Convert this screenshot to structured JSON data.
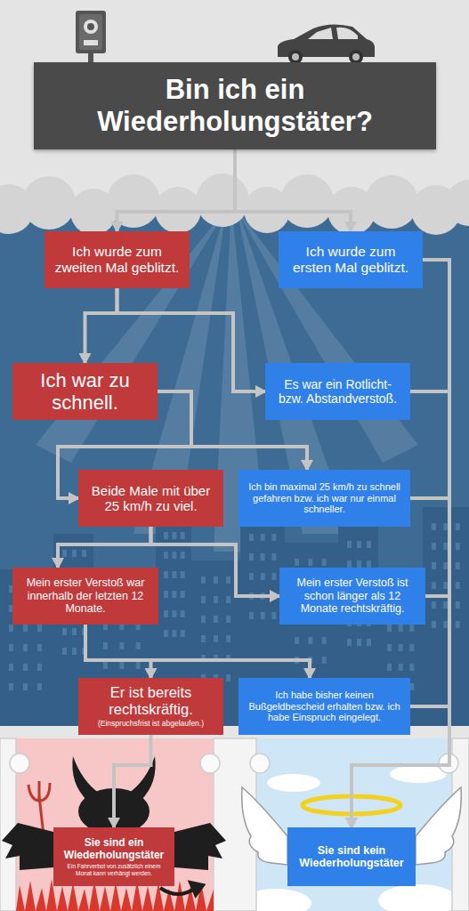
{
  "diagram": {
    "nodes": [
      {
        "text": [
          "Bin ich ein Wiederholungstäter?"
        ]
      },
      {
        "text": [
          "Ich wurde zum zweiten Mal geblitzt."
        ]
      },
      {
        "text": [
          "Ich wurde zum ersten Mal geblitzt."
        ]
      },
      {
        "text": [
          "Ich war zu schnell."
        ]
      },
      {
        "text": [
          "Es war ein Rotlicht- bzw. Abstandverstoß."
        ]
      },
      {
        "text": [
          "Beide Male mit über 25 km/h zu viel."
        ]
      },
      {
        "text": [
          "Ich bin maximal 25 km/h zu schnell gefahren bzw. ich war nur einmal schneller."
        ]
      },
      {
        "text": [
          "Mein erster Verstoß war innerhalb der letzten 12 Monate."
        ]
      },
      {
        "text": [
          "Mein erster Verstoß ist schon länger als 12 Monate rechtskräftig."
        ]
      },
      {
        "text": [
          "Er ist bereits rechtskräftig.",
          "(Einspruchsfrist ist abgelaufen.)"
        ]
      },
      {
        "text": [
          "Ich habe bisher keinen Bußgeldbescheid erhalten bzw. ich habe Einspruch eingelegt."
        ]
      },
      {
        "text": [
          "Sie sind ein Wiederholungstäter",
          "Ein Fahrverbot von zusätzlich einem Monat kann verhängt werden."
        ]
      },
      {
        "text": [
          "Sie sind kein Wiederholungstäter"
        ]
      }
    ],
    "edges": [
      {
        "from": 0,
        "to": 1,
        "arrow": "to"
      },
      {
        "from": 0,
        "to": 2,
        "arrow": "to"
      },
      {
        "from": 1,
        "to": 3,
        "arrow": "to"
      },
      {
        "from": 1,
        "to": 4,
        "arrow": "to"
      },
      {
        "from": 2,
        "to": 12,
        "arrow": "to"
      },
      {
        "from": 3,
        "to": 5,
        "arrow": "to"
      },
      {
        "from": 3,
        "to": 6,
        "arrow": "to"
      },
      {
        "from": 4,
        "to": 12,
        "arrow": "to"
      },
      {
        "from": 5,
        "to": 7,
        "arrow": "to"
      },
      {
        "from": 5,
        "to": 8,
        "arrow": "to"
      },
      {
        "from": 6,
        "to": 12,
        "arrow": "to"
      },
      {
        "from": 7,
        "to": 9,
        "arrow": "to"
      },
      {
        "from": 7,
        "to": 10,
        "arrow": "to"
      },
      {
        "from": 8,
        "to": 12,
        "arrow": "to"
      },
      {
        "from": 9,
        "to": 11,
        "arrow": "to"
      },
      {
        "from": 10,
        "to": 12,
        "arrow": "to"
      }
    ]
  }
}
